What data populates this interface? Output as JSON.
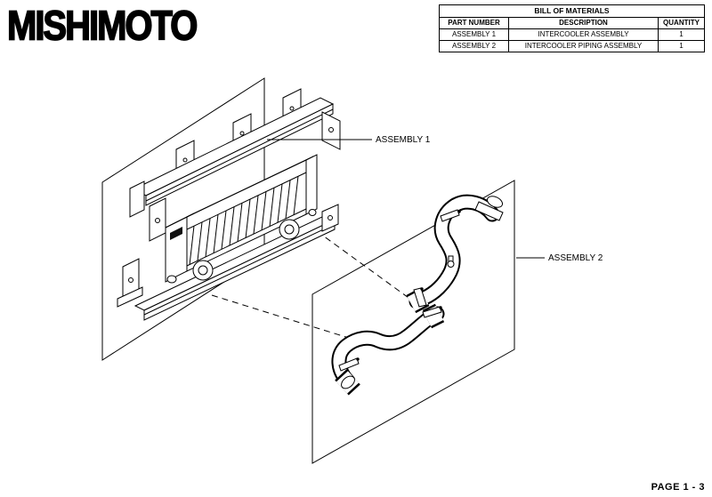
{
  "colors": {
    "ink": "#000000",
    "paper": "#ffffff"
  },
  "logo": {
    "text": "MISHIMOTO"
  },
  "bom": {
    "title": "BILL OF MATERIALS",
    "columns": [
      "PART NUMBER",
      "DESCRIPTION",
      "QUANTITY"
    ],
    "rows": [
      {
        "part_number": "ASSEMBLY 1",
        "description": "INTERCOOLER ASSEMBLY",
        "quantity": "1"
      },
      {
        "part_number": "ASSEMBLY 2",
        "description": "INTERCOOLER PIPING ASSEMBLY",
        "quantity": "1"
      }
    ]
  },
  "diagram": {
    "labels": {
      "assembly1": "ASSEMBLY 1",
      "assembly2": "ASSEMBLY 2"
    }
  },
  "footer": {
    "page_label": "PAGE 1 - 3"
  }
}
